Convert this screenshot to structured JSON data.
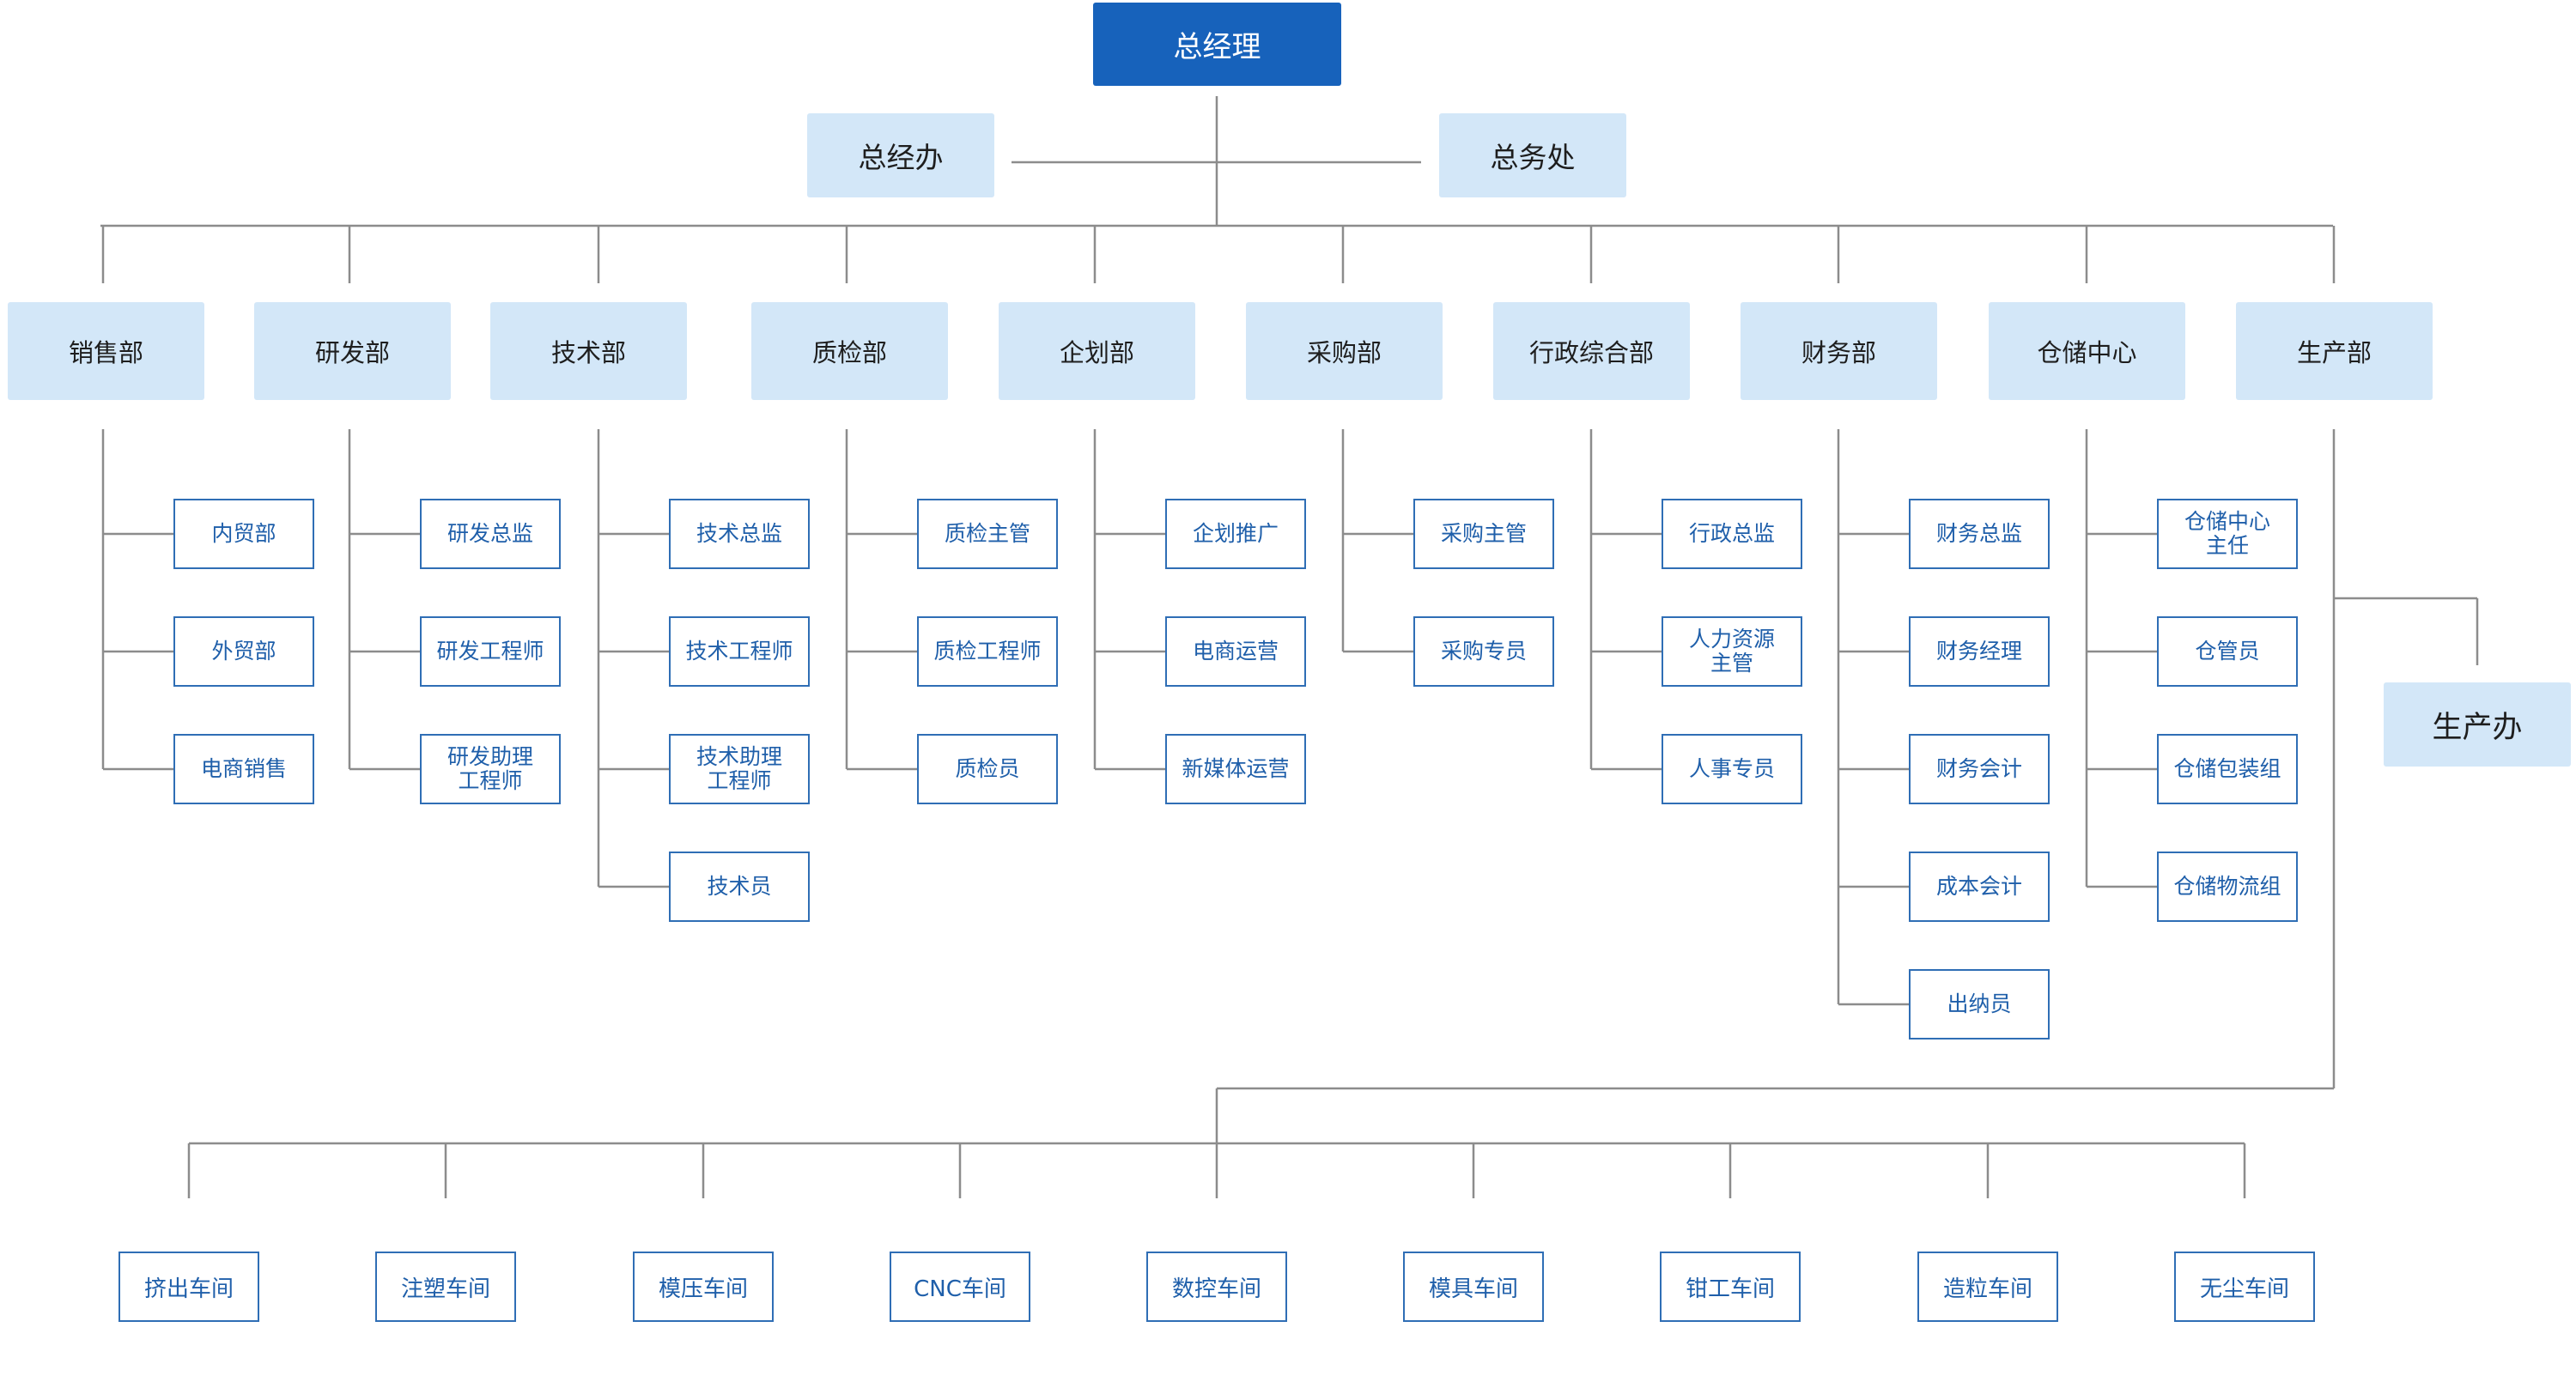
{
  "ceo": "总经理",
  "offices": [
    "总经办",
    "总务处"
  ],
  "departments": [
    {
      "name": "销售部",
      "roles": [
        "内贸部",
        "外贸部",
        "电商销售"
      ]
    },
    {
      "name": "研发部",
      "roles": [
        "研发总监",
        "研发工程师",
        "研发助理\n工程师"
      ]
    },
    {
      "name": "技术部",
      "roles": [
        "技术总监",
        "技术工程师",
        "技术助理\n工程师",
        "技术员"
      ]
    },
    {
      "name": "质检部",
      "roles": [
        "质检主管",
        "质检工程师",
        "质检员"
      ]
    },
    {
      "name": "企划部",
      "roles": [
        "企划推广",
        "电商运营",
        "新媒体运营"
      ]
    },
    {
      "name": "采购部",
      "roles": [
        "采购主管",
        "采购专员"
      ]
    },
    {
      "name": "行政综合部",
      "roles": [
        "行政总监",
        "人力资源\n主管",
        "人事专员"
      ]
    },
    {
      "name": "财务部",
      "roles": [
        "财务总监",
        "财务经理",
        "财务会计",
        "成本会计",
        "出纳员"
      ]
    },
    {
      "name": "仓储中心",
      "roles": [
        "仓储中心\n主任",
        "仓管员",
        "仓储包装组",
        "仓储物流组"
      ]
    },
    {
      "name": "生产部",
      "roles": []
    }
  ],
  "production_office": "生产办",
  "workshops": [
    "挤出车间",
    "注塑车间",
    "模压车间",
    "CNC车间",
    "数控车间",
    "模具车间",
    "钳工车间",
    "造粒车间",
    "无尘车间"
  ],
  "colors": {
    "ceo": "#1762bb",
    "dept_fill": "#d3e7f8",
    "role_border": "#2f6eb5",
    "role_text": "#1f5faa",
    "line": "#8c8c8c"
  }
}
